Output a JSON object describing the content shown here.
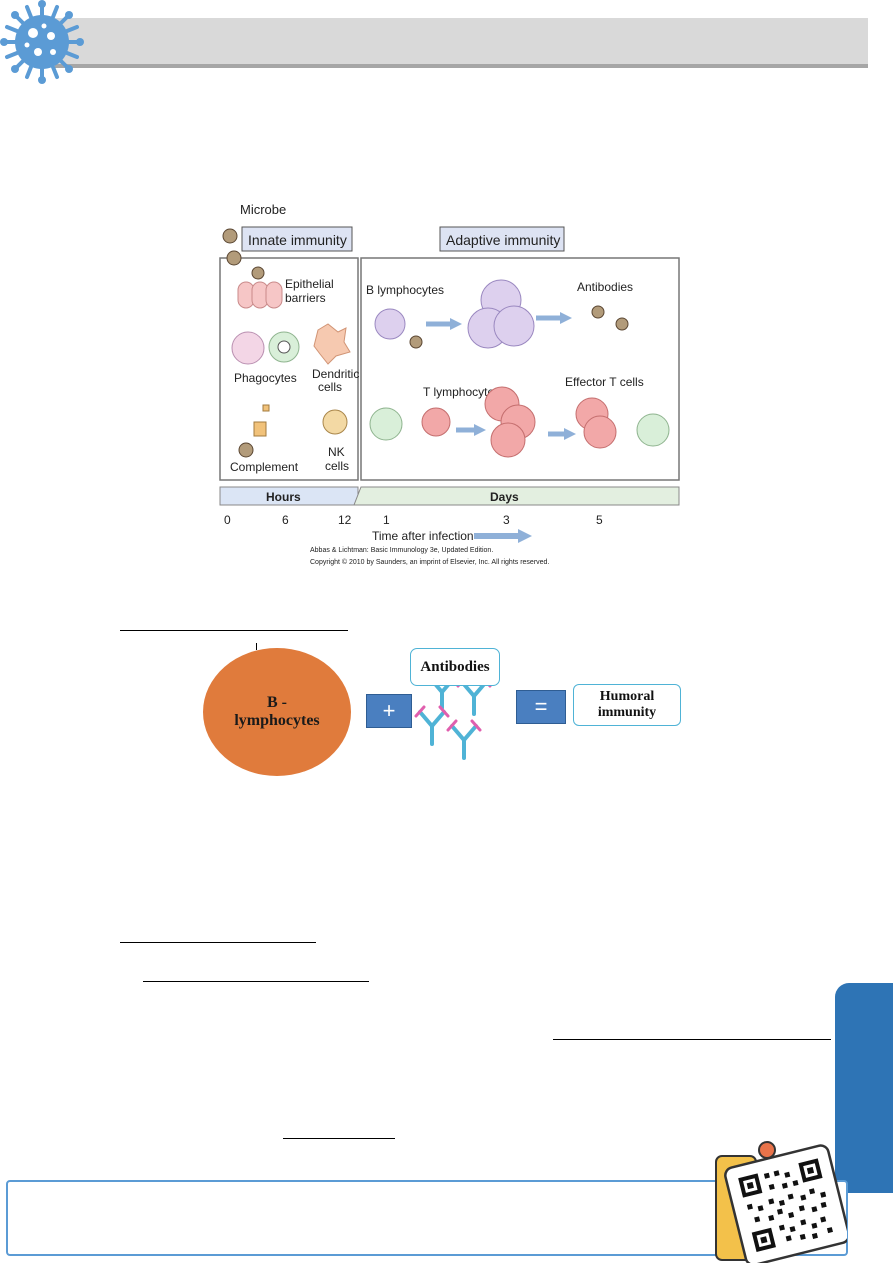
{
  "figure": {
    "microbe_label": "Microbe",
    "innate_title": "Innate immunity",
    "adaptive_title": "Adaptive immunity",
    "innate_items": [
      "Epithelial barriers",
      "Phagocytes",
      "Dendritic cells",
      "Complement",
      "NK cells"
    ],
    "epithelial_1": "Epithelial",
    "epithelial_2": "barriers",
    "phagocytes": "Phagocytes",
    "dendritic_1": "Dendritic",
    "dendritic_2": "cells",
    "complement": "Complement",
    "nk_1": "NK",
    "nk_2": "cells",
    "b_lymphocytes": "B lymphocytes",
    "antibodies": "Antibodies",
    "t_lymphocytes": "T lymphocytes",
    "effector_t": "Effector T cells",
    "hours": "Hours",
    "days": "Days",
    "time_ticks": [
      "0",
      "6",
      "12",
      "1",
      "3",
      "5"
    ],
    "time_label": "Time after infection",
    "credit_1": "Abbas & Lichtman: Basic Immunology 3e, Updated Edition.",
    "credit_2": "Copyright © 2010 by Saunders, an imprint of Elsevier, Inc. All rights reserved."
  },
  "equation": {
    "b_cell": "B -",
    "b_cell_2": "lymphocytes",
    "plus": "+",
    "antibodies": "Antibodies",
    "equals": "=",
    "result_1": "Humoral",
    "result_2": "immunity"
  },
  "colors": {
    "header": "#d9d9d9",
    "accent_blue": "#2e74b5",
    "footer_border": "#5b9bd5",
    "b_cell": "#e07b3c",
    "operator": "#4a7fc0"
  }
}
